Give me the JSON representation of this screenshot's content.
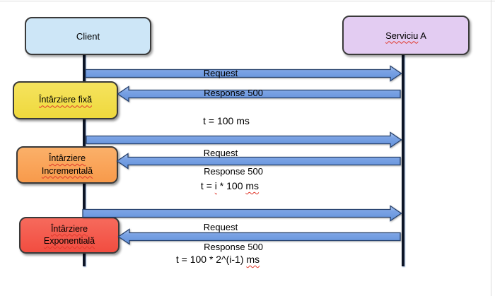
{
  "actors": {
    "client": {
      "label": "Client"
    },
    "service": {
      "word": "Serviciu",
      "suffix": " A"
    }
  },
  "strategies": [
    {
      "lines": [
        "Întârziere fixă"
      ]
    },
    {
      "lines": [
        "Întârziere",
        "Incrementală"
      ]
    },
    {
      "lines": [
        "Întârziere",
        "Exponentială"
      ]
    }
  ],
  "exchanges": [
    {
      "request": "Request",
      "response": "Response 500"
    },
    {
      "request": "Request",
      "response": "Response 500"
    },
    {
      "request": "Request",
      "response": "Response 500"
    }
  ],
  "timings": {
    "fixed": "t = 100 ms",
    "incremental": {
      "p1": "t = ",
      "i": "i",
      "p2": " * 100 ",
      "ms": "ms"
    },
    "exponential": {
      "p1": "t = 100 * 2^(i-1) ",
      "ms": "ms"
    }
  },
  "colors": {
    "client_fill": "#CDE6F7",
    "service_fill": "#E3CCF2",
    "fixed_fill": "#F2DE4A",
    "incremental_fill": "#F9A45B",
    "exponential_fill": "#F4584C",
    "arrow_fill": "#6D9BE1",
    "arrow_border": "#27426E",
    "box_border": "#3A3A3A",
    "spellcheck_underline": "#E0382B",
    "lifeline": "#0D1526"
  }
}
